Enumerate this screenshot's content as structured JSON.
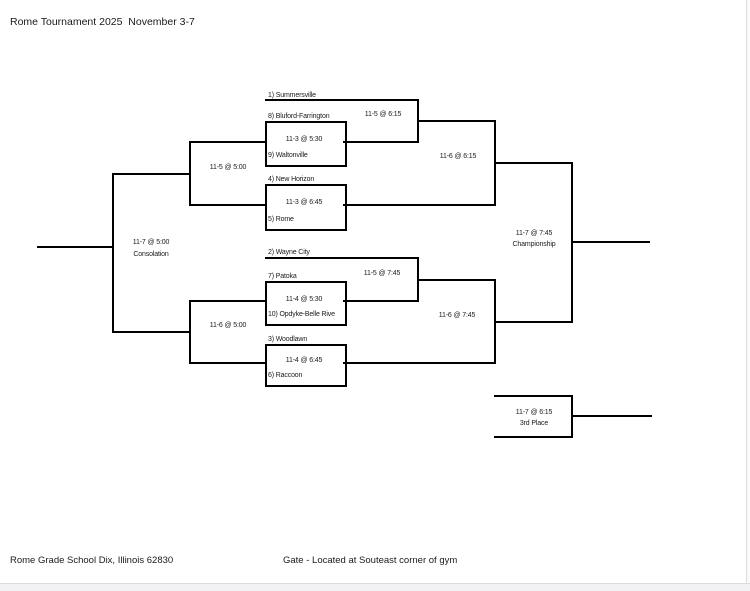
{
  "page": {
    "title": "Rome Tournament 2025  November 3-7",
    "footer_left": "Rome Grade School Dix, Illinois 62830",
    "footer_right": "Gate - Located at Souteast corner of gym"
  },
  "colors": {
    "line": "#000000",
    "text": "#1a1a1c",
    "page_edge": "#dcdce0",
    "outside_strip": "#f2f2f4"
  },
  "bracket": {
    "byes": {
      "top": "1) Summersville",
      "bottom": "2) Wayne City"
    },
    "round1": [
      {
        "top": "8) Bluford-Farrington",
        "bottom": "9) Waltonville",
        "time": "11-3 @ 5:30"
      },
      {
        "top": "4) New Horizon",
        "bottom": "5) Rome",
        "time": "11-3 @ 6:45"
      },
      {
        "top": "7) Patoka",
        "bottom": "10) Opdyke-Belle Rive",
        "time": "11-4 @ 5:30"
      },
      {
        "top": "3) Woodlawn",
        "bottom": "6) Raccoon",
        "time": "11-4 @ 6:45"
      }
    ],
    "quarterfinals": [
      {
        "time": "11-5 @ 6:15"
      },
      {
        "time": "11-5 @ 7:45"
      }
    ],
    "semifinals": [
      {
        "time": "11-6 @ 6:15"
      },
      {
        "time": "11-6 @ 7:45"
      }
    ],
    "championship": {
      "time": "11-7 @ 7:45",
      "label": "Championship"
    },
    "consolation_semis": [
      {
        "time": "11-5 @ 5:00"
      },
      {
        "time": "11-6 @ 5:00"
      }
    ],
    "consolation_final": {
      "time": "11-7 @ 5:00",
      "label": "Consolation"
    },
    "third_place": {
      "time": "11-7 @ 6:15",
      "label": "3rd Place"
    }
  }
}
